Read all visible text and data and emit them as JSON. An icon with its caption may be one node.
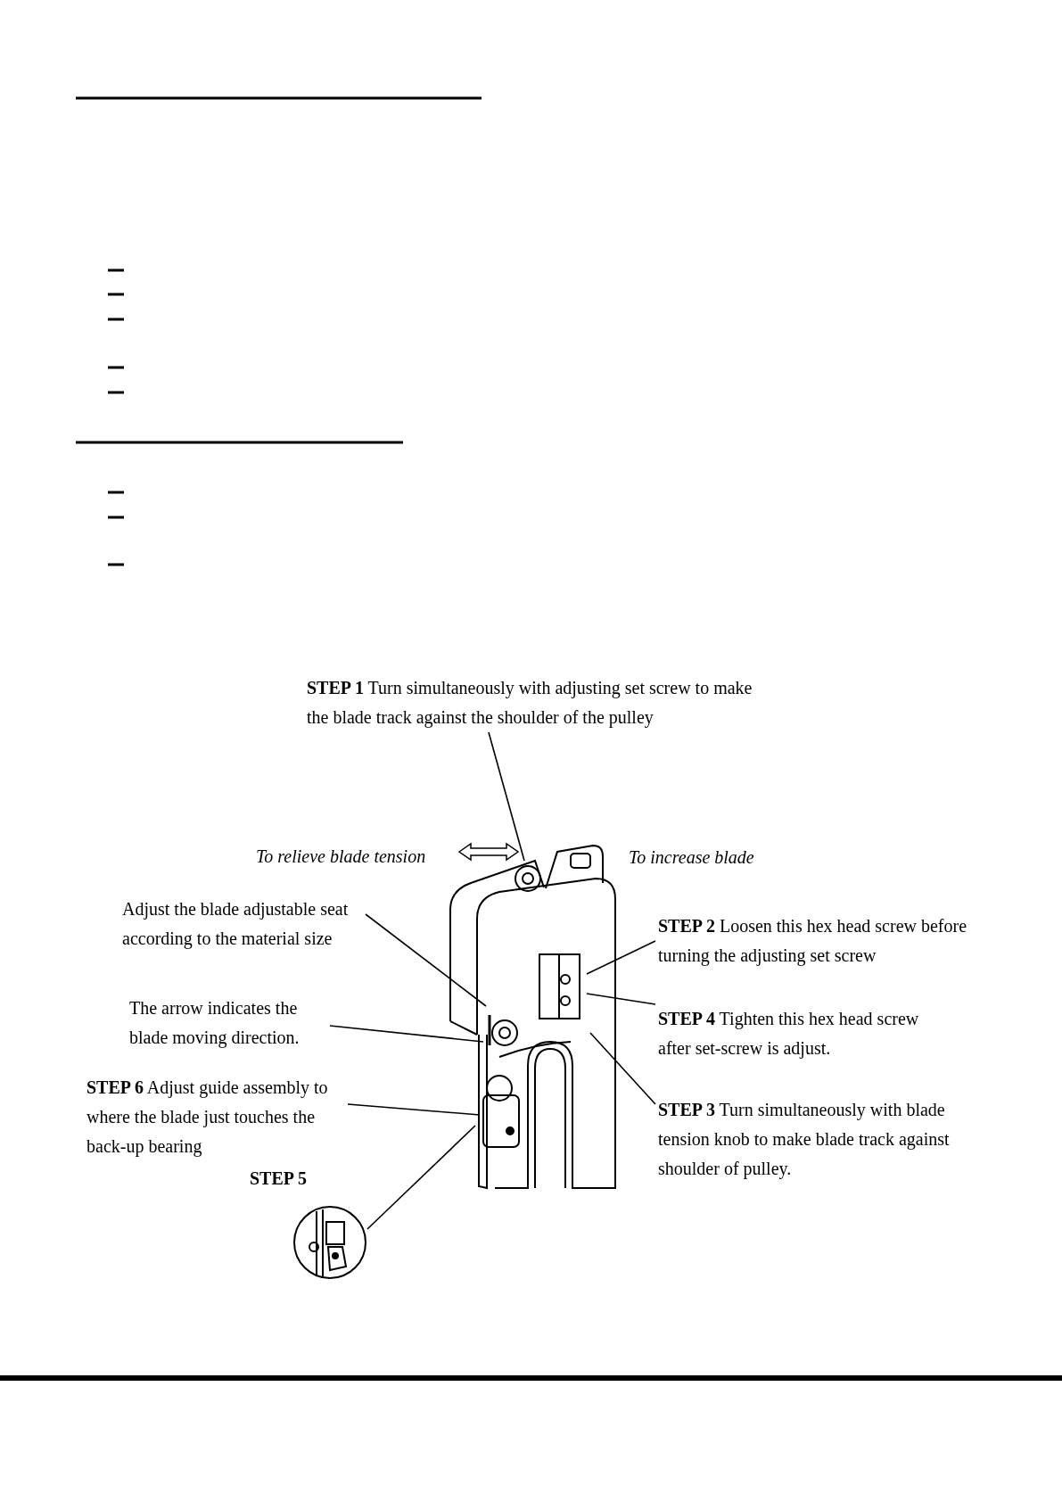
{
  "diagram": {
    "nodes": [
      {
        "text": [
          "**STEP 1** Turn simultaneously with adjusting set screw to make the blade track against the shoulder of the pulley"
        ]
      },
      {
        "text": [
          "Adjust the blade adjustable seat according to the material size"
        ]
      },
      {
        "text": [
          "The arrow indicates the blade moving direction."
        ]
      },
      {
        "text": [
          "**STEP 6** Adjust guide assembly to where the blade just touches the back-up bearing"
        ]
      },
      {
        "text": [],
        "shape": "picture",
        "beside": [
          "STEP 5"
        ]
      },
      {
        "text": [
          "**STEP 2** Loosen this hex head screw before turning the adjusting set screw"
        ]
      },
      {
        "text": [
          "**STEP 4** Tighten this hex head screw after set-screw is adjust."
        ]
      },
      {
        "text": [
          "**STEP 3** Turn simultaneously with blade tension knob to make blade track against shoulder of pulley."
        ]
      }
    ],
    "edges": [
      {
        "from": 0,
        "to": null,
        "arrow": "none"
      },
      {
        "from": 1,
        "to": null,
        "arrow": "none"
      },
      {
        "from": 2,
        "to": null,
        "arrow": "none"
      },
      {
        "from": 3,
        "to": null,
        "arrow": "none"
      },
      {
        "from": 4,
        "to": null,
        "arrow": "none"
      },
      {
        "from": 5,
        "to": null,
        "arrow": "none"
      },
      {
        "from": 6,
        "to": null,
        "arrow": "none"
      },
      {
        "from": 7,
        "to": null,
        "arrow": "none"
      }
    ],
    "labels": [
      "To relieve blade tension",
      "To increase blade"
    ]
  }
}
